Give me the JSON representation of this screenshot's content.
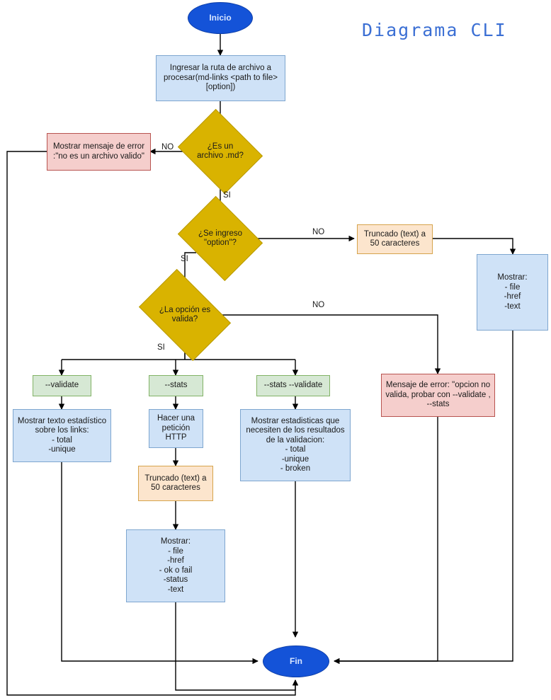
{
  "title": "Diagrama CLI",
  "colors": {
    "terminal_fill": "#1453d8",
    "terminal_text": "#d8e6ff",
    "decision_fill": "#d9b300",
    "process_blue_fill": "#cfe2f7",
    "process_blue_stroke": "#7ea6cf",
    "process_red_fill": "#f5cecc",
    "process_red_stroke": "#b85450",
    "process_green_fill": "#d6e8d4",
    "process_green_stroke": "#82b366",
    "process_orange_fill": "#fce5cd",
    "process_orange_stroke": "#d6a44c",
    "title_color": "#3b6fd4",
    "edge_stroke": "#000000"
  },
  "nodes": {
    "start": "Inicio",
    "input_path": "Ingresar la ruta de archivo a procesar(md-links <path to file> [option])",
    "decision_md": "¿Es un\narchivo .md?",
    "error_not_md": "Mostrar mensaje de error :\"no es un archivo valido\"",
    "decision_option": "¿Se ingreso\n\"option\"?",
    "truncate_top": "Truncado (text) a 50 caracteres",
    "show_file_href_text": "Mostrar:\n- file\n-href\n-text",
    "decision_valid": "¿La opción es\nvalida?",
    "opt_validate": "--validate",
    "opt_stats": "--stats",
    "opt_stats_validate": "--stats --validate",
    "error_invalid_option": "Mensaje de error: \"opcion no valida, probar con --validate , --stats",
    "show_stats_links": "Mostrar texto estadístico sobre los links:\n- total\n-unique",
    "http_request": "Hacer una petición HTTP",
    "show_validation_stats": "Mostrar estadisticas que necesiten de los resultados de la validacion:\n- total\n-unique\n- broken",
    "truncate_mid": "Truncado (text) a 50 caracteres",
    "show_full_detail": "Mostrar:\n- file\n-href\n- ok o fail\n-status\n-text",
    "end": "Fin"
  },
  "edge_labels": {
    "md_no": "NO",
    "md_si": "SI",
    "option_no": "NO",
    "option_si": "SI",
    "valid_no": "NO",
    "valid_si": "SI"
  }
}
